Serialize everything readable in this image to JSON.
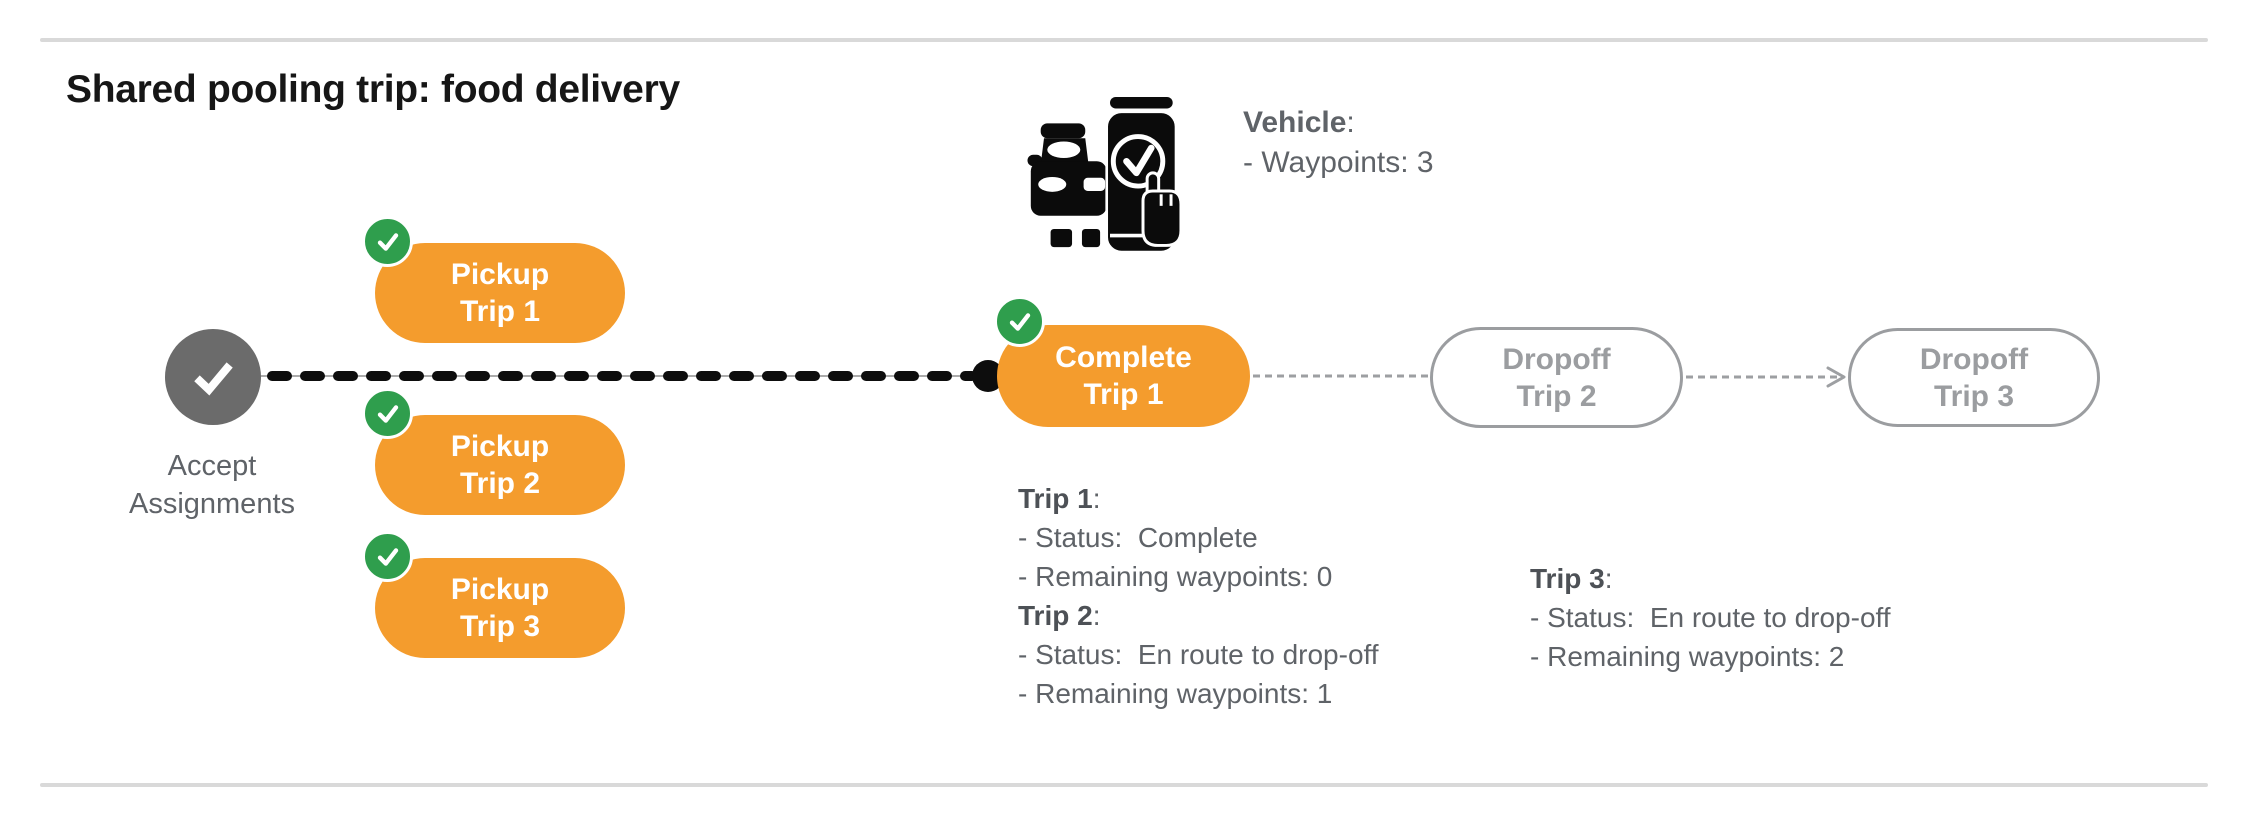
{
  "title": "Shared pooling trip: food delivery",
  "vehicle": {
    "icon": "vehicle-phone-check-icon",
    "label_bold": "Vehicle",
    "label_colon": ":",
    "waypoints_line": "- Waypoints: 3"
  },
  "flow": {
    "accept": {
      "icon": "check-icon",
      "line1": "Accept",
      "line2": "Assignments"
    },
    "pickups": [
      {
        "badge_icon": "check-icon",
        "line1": "Pickup",
        "line2": "Trip 1"
      },
      {
        "badge_icon": "check-icon",
        "line1": "Pickup",
        "line2": "Trip 2"
      },
      {
        "badge_icon": "check-icon",
        "line1": "Pickup",
        "line2": "Trip 3"
      }
    ],
    "complete": {
      "badge_icon": "check-icon",
      "line1": "Complete",
      "line2": "Trip 1"
    },
    "dropoffs": [
      {
        "line1": "Dropoff",
        "line2": "Trip 2"
      },
      {
        "line1": "Dropoff",
        "line2": "Trip 3"
      }
    ],
    "connector_end_icon": "dot",
    "dropoff_arrow_icon": "arrowhead"
  },
  "status_blocks": [
    {
      "entries": [
        {
          "trip_bold": "Trip 1",
          "colon": ":",
          "lines": [
            "- Status:  Complete",
            "- Remaining waypoints: 0"
          ]
        },
        {
          "trip_bold": "Trip 2",
          "colon": ":",
          "lines": [
            "- Status:  En route to drop-off",
            "- Remaining waypoints: 1"
          ]
        }
      ]
    },
    {
      "entries": [
        {
          "trip_bold": "Trip 3",
          "colon": ":",
          "lines": [
            "- Status:  En route to drop-off",
            "- Remaining waypoints: 2"
          ]
        }
      ]
    }
  ],
  "colors": {
    "accent_orange": "#f49c2d",
    "check_green": "#2f9e4d",
    "accept_gray": "#6b6b6b",
    "text_gray": "#5f6368",
    "inactive_gray": "#9b9da0",
    "connector_black": "#0d0d0d",
    "divider_gray": "#d9d9d9"
  }
}
